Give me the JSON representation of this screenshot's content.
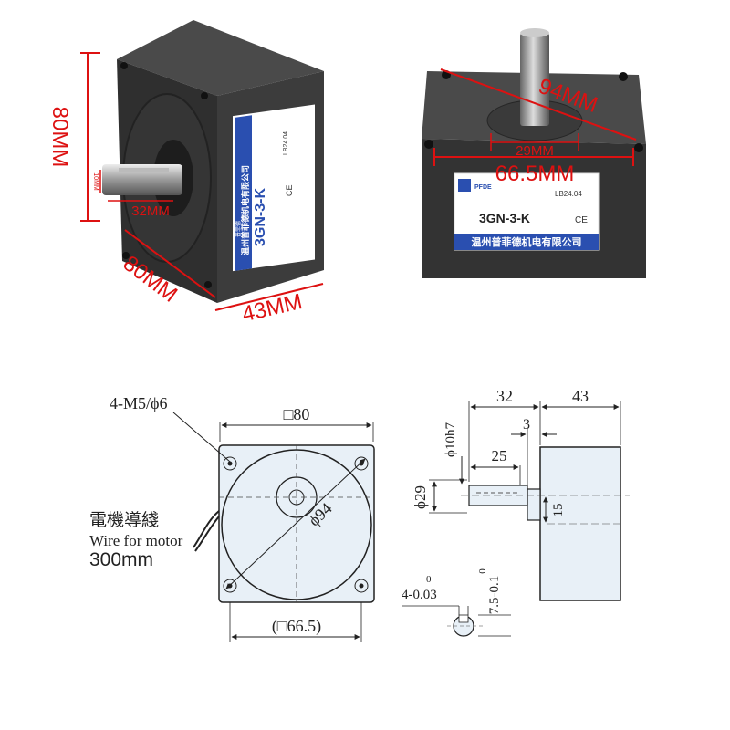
{
  "photos": {
    "left": {
      "dim_height": "80MM",
      "dim_shaft_len": "32MM",
      "dim_shaft_dia": "10MM",
      "dim_depth": "80MM",
      "dim_width": "43MM",
      "label_model": "3GN-3-K",
      "label_date": "LB24.04",
      "label_company": "温州普菲德机电有限公司",
      "label_brand": "普菲德",
      "label_cert": "CE"
    },
    "right": {
      "dim_diag": "94MM",
      "dim_pilot": "29MM",
      "dim_bolt": "66.5MM",
      "label_model": "3GN-3-K",
      "label_date": "LB24.04",
      "label_company": "温州普菲德机电有限公司",
      "label_brand": "PFDE",
      "label_cert": "CE"
    }
  },
  "front_view": {
    "mount_holes": "4-M5/ϕ6",
    "square": "□80",
    "diameter": "ϕ94",
    "bolt_square": "(□66.5)",
    "wire_cn": "電機導綫",
    "wire_en": "Wire for motor",
    "wire_len": "300mm"
  },
  "side_view": {
    "shaft_len": "32",
    "body_len": "43",
    "gap": "3",
    "key_len": "25",
    "shaft_dia": "ϕ10h7",
    "pilot_dia": "ϕ29",
    "center": "15",
    "key_width": "4-0.03",
    "key_width_upper": "0",
    "key_depth": "7.5-0.1",
    "key_depth_upper": "0"
  },
  "colors": {
    "annotation": "#d11111",
    "motor_body": "#3a3a3a",
    "drawing_fill": "#e8f0f7",
    "label_blue": "#2a4fb0"
  }
}
